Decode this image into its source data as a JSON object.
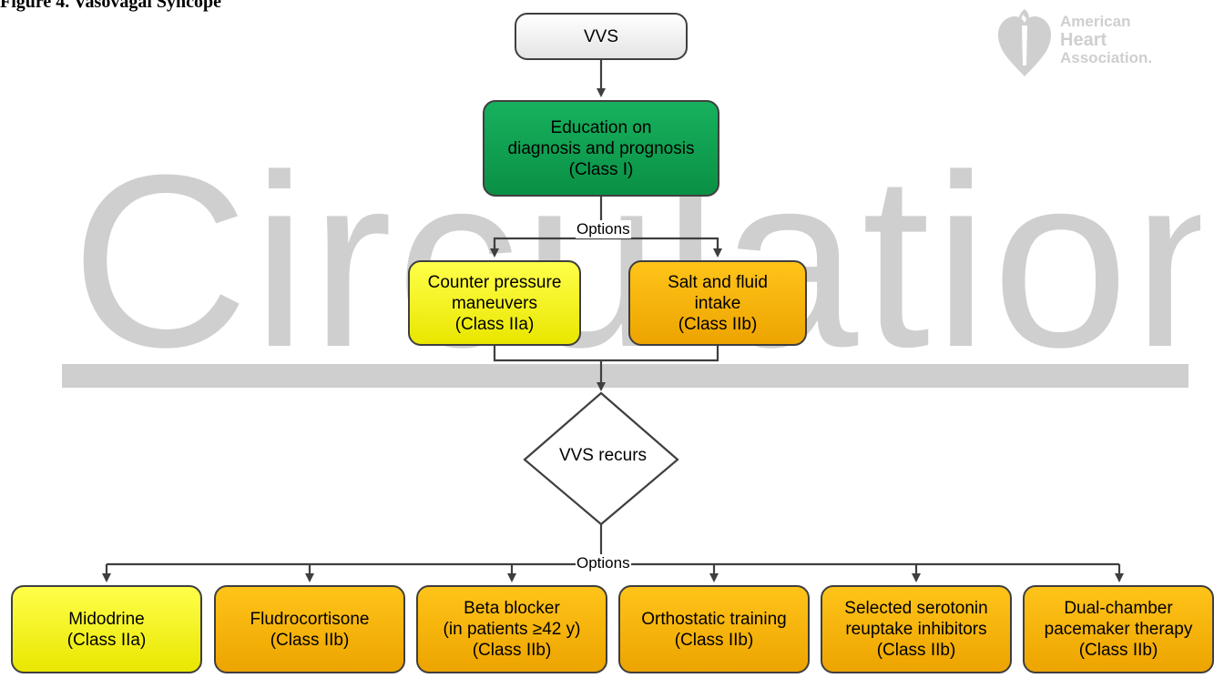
{
  "figure_title": "Figure 4. Vasovagal Syncope",
  "watermark": "Circulation",
  "logo": {
    "icon": "heart-and-torch-icon",
    "line1": "American",
    "line2": "Heart",
    "line3": "Association."
  },
  "flowchart": {
    "start": "VVS",
    "education": "Education on\ndiagnosis and prognosis\n(Class I)",
    "options_label_1": "Options",
    "first_options": [
      "Counter pressure\nmaneuvers\n(Class IIa)",
      "Salt and fluid\nintake\n(Class IIb)"
    ],
    "decision": "VVS recurs",
    "options_label_2": "Options",
    "second_options": [
      "Midodrine\n(Class IIa)",
      "Fludrocortisone\n(Class IIb)",
      "Beta blocker\n(in patients ≥42 y)\n(Class IIb)",
      "Orthostatic training\n(Class IIb)",
      "Selected serotonin\nreuptake inhibitors\n(Class IIb)",
      "Dual-chamber\npacemaker therapy\n(Class IIb)"
    ]
  },
  "colors": {
    "class_I": "#0f9d4f",
    "class_IIa": "#f5f20f",
    "class_IIb": "#f5b40a",
    "border": "#3f3f3f",
    "watermark": "#cfcfcf"
  }
}
